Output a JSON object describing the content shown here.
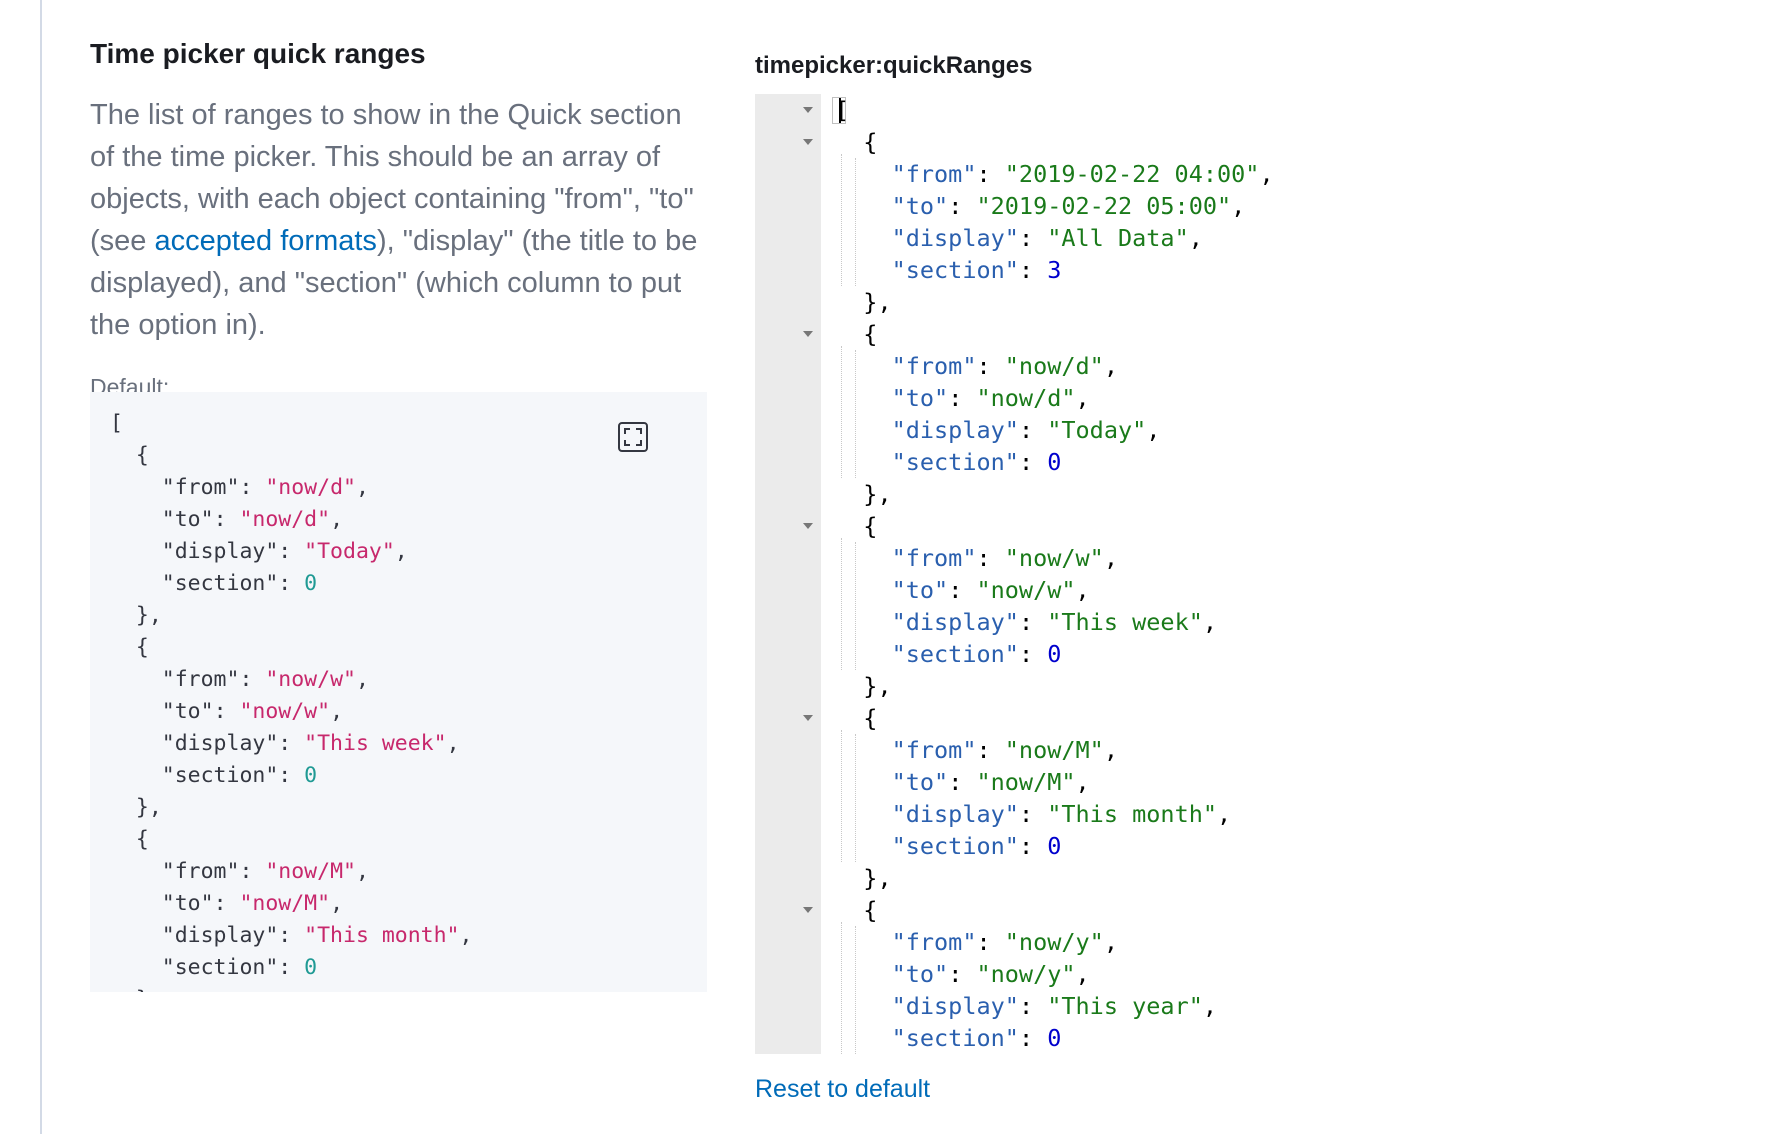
{
  "setting": {
    "title": "Time picker quick ranges",
    "description_parts": [
      "The list of ranges to show in the Quick section of the time picker. This should be an array of objects, with each object containing \"from\", \"to\" (see ",
      "accepted formats",
      "), \"display\" (the title to be displayed), and \"section\" (which column to put the option in)."
    ],
    "default_label": "Default:",
    "field_label": "timepicker:quickRanges",
    "reset_label": "Reset to default"
  },
  "default_value": {
    "open": "[",
    "items": [
      {
        "from": "now/d",
        "to": "now/d",
        "display": "Today",
        "section": 0
      },
      {
        "from": "now/w",
        "to": "now/w",
        "display": "This week",
        "section": 0
      },
      {
        "from": "now/M",
        "to": "now/M",
        "display": "This month",
        "section": 0
      }
    ]
  },
  "editor_value": {
    "open": "[",
    "items": [
      {
        "from": "2019-02-22 04:00",
        "to": "2019-02-22 05:00",
        "display": "All Data",
        "section": 3
      },
      {
        "from": "now/d",
        "to": "now/d",
        "display": "Today",
        "section": 0
      },
      {
        "from": "now/w",
        "to": "now/w",
        "display": "This week",
        "section": 0
      },
      {
        "from": "now/M",
        "to": "now/M",
        "display": "This month",
        "section": 0
      },
      {
        "from": "now/y",
        "to": "now/y",
        "display": "This year",
        "section": 0
      }
    ]
  },
  "icons": {
    "fullscreen": "fullscreen-icon",
    "fold": "fold-arrow-icon"
  },
  "colors": {
    "link": "#006bb8",
    "string_default": "#c7286c",
    "number_default": "#1f9a94",
    "key_editor": "#2a5fae",
    "string_editor": "#1a7a1a",
    "number_editor": "#0000cd"
  }
}
